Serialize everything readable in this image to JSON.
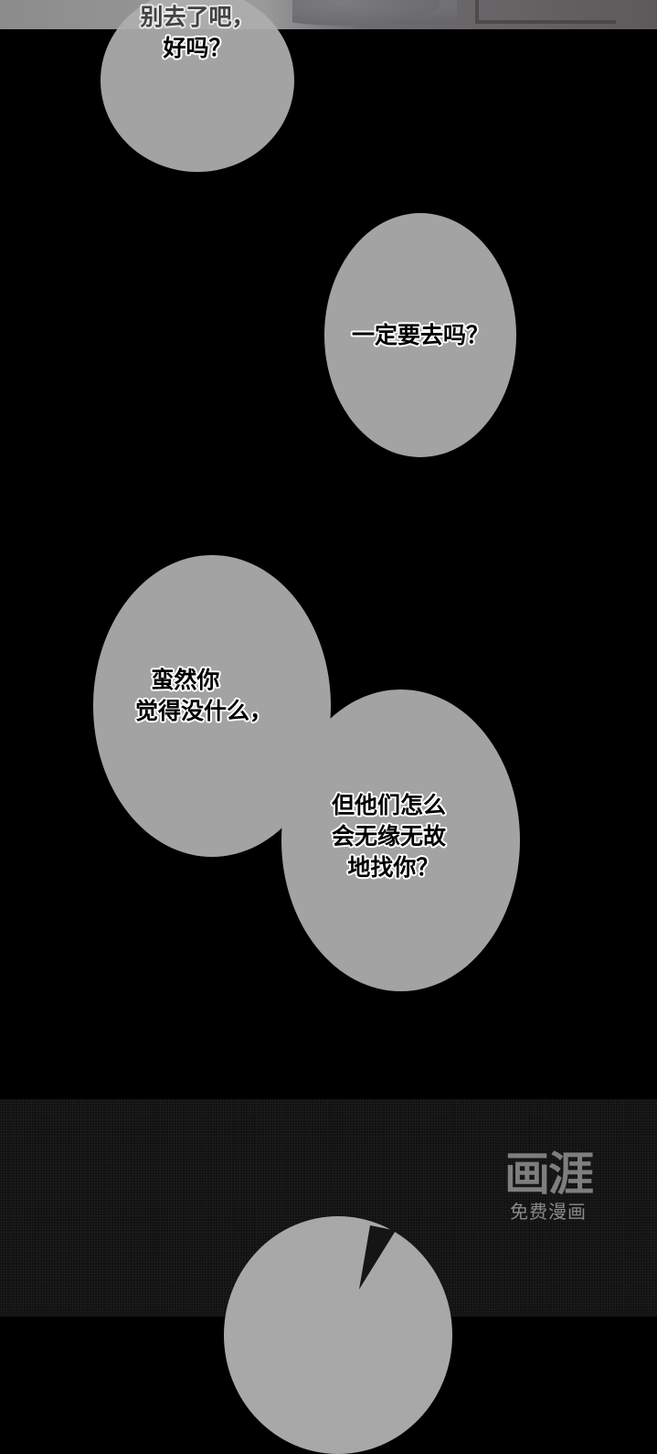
{
  "panels": {
    "top": {
      "description": "textured gray illustration strip"
    },
    "middle": {
      "background": "#000000"
    },
    "bottom": {
      "background": "#141414"
    }
  },
  "colors": {
    "bubble_fill": "#a3a3a3",
    "text": "#000000",
    "text_outline": "#ffffff",
    "watermark": "#858585"
  },
  "bubbles": [
    {
      "id": "b1",
      "text": "别去了吧，\n好吗？"
    },
    {
      "id": "b2",
      "text": "一定要去吗？"
    },
    {
      "id": "b3",
      "text": "  蛮然你\n觉得没什么，"
    },
    {
      "id": "b4",
      "text": "但他们怎么\n会无缘无故\n  地找你？"
    }
  ],
  "watermark": {
    "logo": "画涯",
    "subtitle": "免费漫画"
  }
}
